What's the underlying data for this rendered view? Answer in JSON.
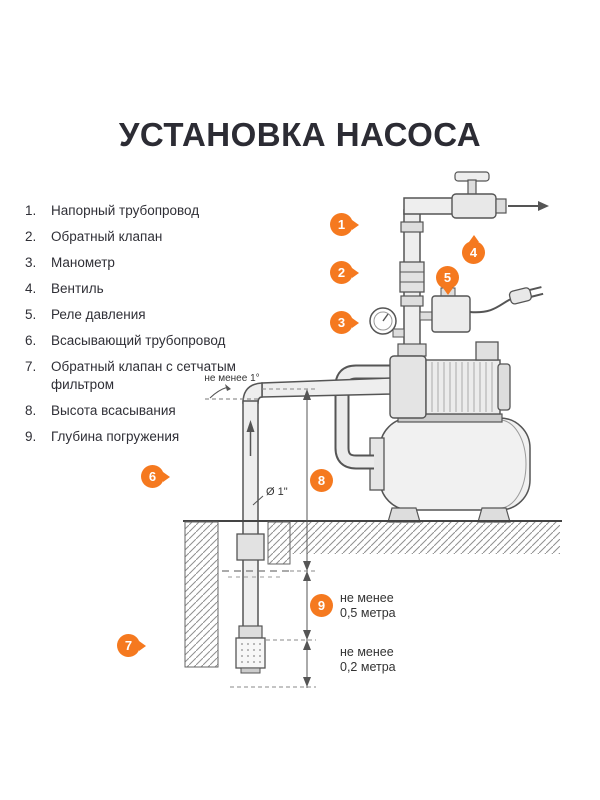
{
  "title": "УСТАНОВКА НАСОСА",
  "colors": {
    "accent": "#F5791F",
    "ink": "#2C2C34",
    "line": "#555555"
  },
  "legend": {
    "items": [
      {
        "num": "1.",
        "text": "Напорный трубопровод"
      },
      {
        "num": "2.",
        "text": "Обратный клапан"
      },
      {
        "num": "3.",
        "text": "Манометр"
      },
      {
        "num": "4.",
        "text": "Вентиль"
      },
      {
        "num": "5.",
        "text": "Реле давления"
      },
      {
        "num": "6.",
        "text": "Всасывающий трубопровод"
      },
      {
        "num": "7.",
        "text": "Обратный клапан с сетчатым фильтром"
      },
      {
        "num": "8.",
        "text": "Высота всасывания"
      },
      {
        "num": "9.",
        "text": "Глубина погружения"
      }
    ]
  },
  "callouts": {
    "c1": "1",
    "c2": "2",
    "c3": "3",
    "c4": "4",
    "c5": "5",
    "c6": "6",
    "c7": "7",
    "c8": "8",
    "c9": "9"
  },
  "annotations": {
    "angle": "не менее 1°",
    "diameter": "Ø 1\"",
    "min_immersion": [
      "не менее",
      "0,5 метра"
    ],
    "min_bottom": [
      "не менее",
      "0,2 метра"
    ]
  }
}
